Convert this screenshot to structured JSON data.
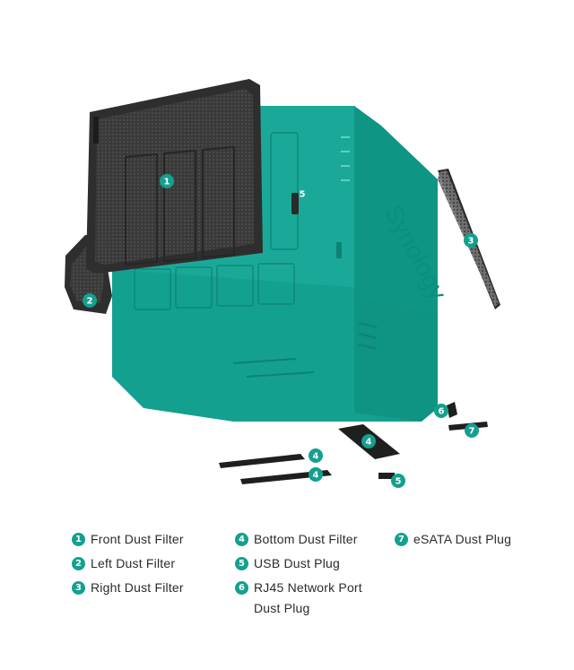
{
  "diagram": {
    "brand": "Synology",
    "callouts": [
      {
        "num": "1"
      },
      {
        "num": "2"
      },
      {
        "num": "3"
      },
      {
        "num": "4"
      },
      {
        "num": "4"
      },
      {
        "num": "4"
      },
      {
        "num": "5"
      },
      {
        "num": "5"
      },
      {
        "num": "6"
      },
      {
        "num": "7"
      }
    ]
  },
  "legend": {
    "items": [
      {
        "num": "1",
        "label": "Front Dust Filter"
      },
      {
        "num": "2",
        "label": "Left Dust Filter"
      },
      {
        "num": "3",
        "label": "Right Dust Filter"
      },
      {
        "num": "4",
        "label": "Bottom Dust Filter"
      },
      {
        "num": "5",
        "label": "USB Dust Plug"
      },
      {
        "num": "6",
        "label": "RJ45 Network Port Dust Plug"
      },
      {
        "num": "7",
        "label": "eSATA Dust Plug"
      }
    ]
  },
  "colors": {
    "accent": "#13a08f",
    "body_front": "#13a08f",
    "body_top": "#1aa999",
    "body_side": "#0f9584",
    "filter_dark": "#2e2e2e"
  }
}
